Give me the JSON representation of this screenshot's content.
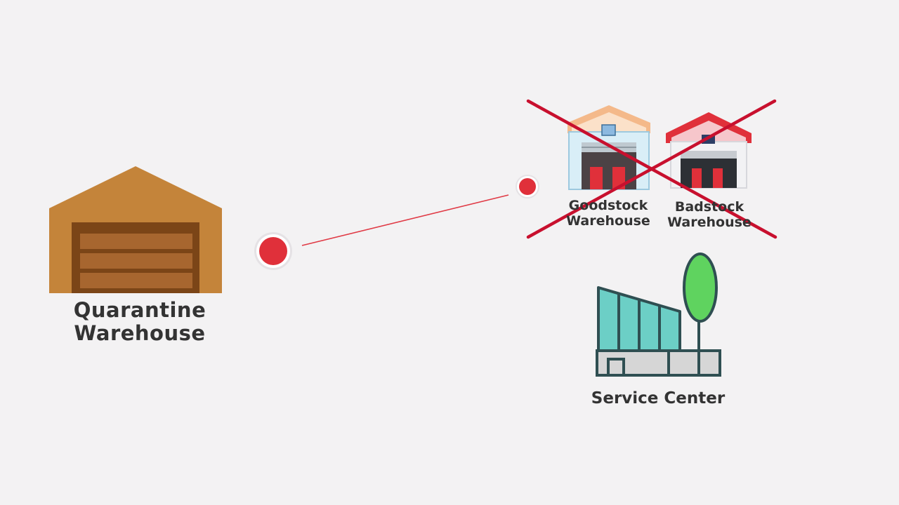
{
  "nodes": {
    "quarantine": {
      "line1": "Quarantine",
      "line2": "Warehouse",
      "color": "#c4843a"
    },
    "goodstock": {
      "line1": "Goodstock",
      "line2": "Warehouse",
      "roof_color": "#f4b98a"
    },
    "badstock": {
      "line1": "Badstock",
      "line2": "Warehouse",
      "roof_color": "#e0303a"
    },
    "service_center": {
      "label": "Service Center",
      "glass_color": "#6ccfc6",
      "tree_color": "#5fd35f"
    }
  },
  "connector": {
    "color": "#e03a45"
  },
  "cross_out": {
    "color": "#c8102e",
    "targets": [
      "goodstock",
      "badstock"
    ]
  }
}
